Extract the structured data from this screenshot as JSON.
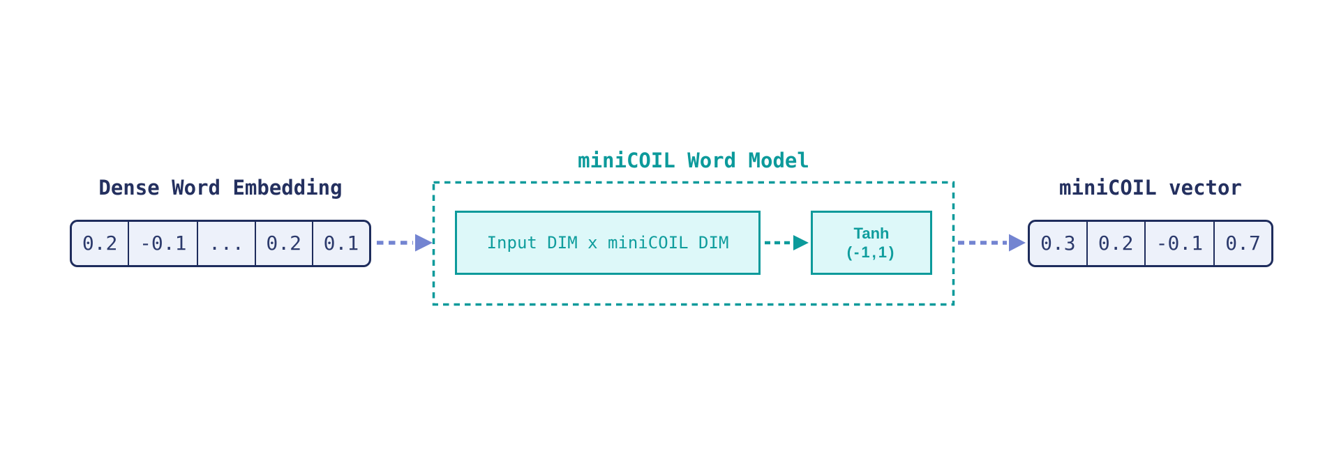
{
  "colors": {
    "navy_border": "#1e2c5c",
    "navy_title": "#24305f",
    "navy_value": "#2c3a6c",
    "teal": "#0c9a9b",
    "teal_text": "#0f9d9d",
    "teal_fill": "#ddf8f9",
    "periwinkle": "#7384d1",
    "cell_fill": "#edf1fa",
    "background": "#ffffff"
  },
  "left_vector": {
    "title": "Dense Word Embedding",
    "cells": [
      "0.2",
      "-0.1",
      "...",
      "0.2",
      "0.1"
    ]
  },
  "model": {
    "title": "miniCOIL Word Model",
    "matrix_box_label": "Input DIM x miniCOIL DIM",
    "activation_box": {
      "line1": "Tanh",
      "line2": "(-1,1)"
    }
  },
  "right_vector": {
    "title": "miniCOIL vector",
    "cells": [
      "0.3",
      "0.2",
      "-0.1",
      "0.7"
    ]
  }
}
